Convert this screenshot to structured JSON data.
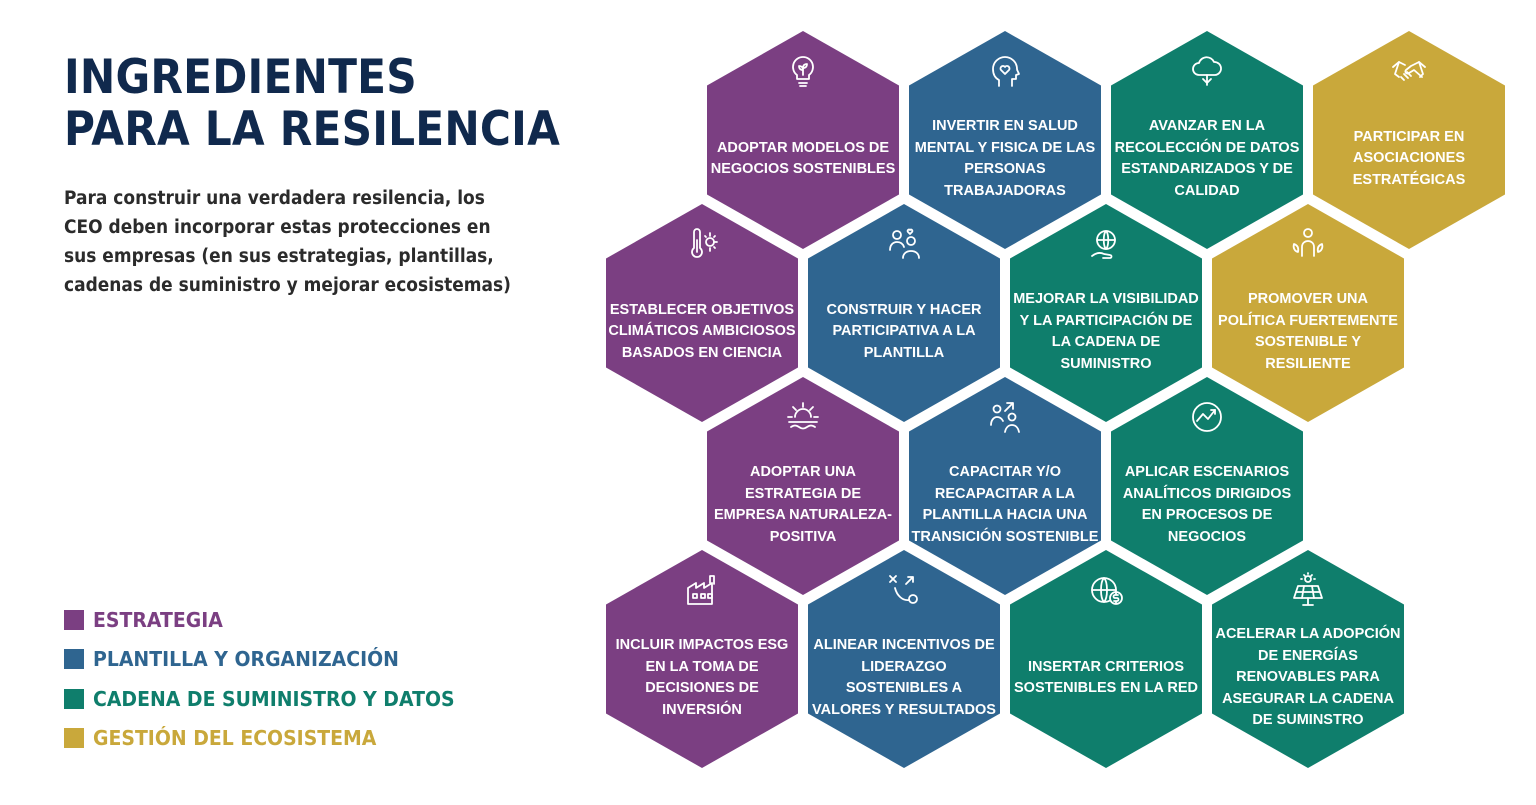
{
  "title_line1": "INGREDIENTES",
  "title_line2": "PARA LA RESILENCIA",
  "intro": "Para construir una verdadera resilencia, los CEO deben incorporar estas protecciones en sus empresas (en sus estrategias, plantillas, cadenas de suministro y mejorar ecosistemas)",
  "colors": {
    "estrategia": "#7b3f82",
    "plantilla": "#2f6590",
    "cadena": "#0f7e6c",
    "ecosistema": "#c9a83b"
  },
  "legend": [
    {
      "label": "ESTRATEGIA",
      "category": "estrategia"
    },
    {
      "label": "PLANTILLA Y ORGANIZACIÓN",
      "category": "plantilla"
    },
    {
      "label": "CADENA DE SUMINISTRO Y DATOS",
      "category": "cadena"
    },
    {
      "label": "GESTIÓN DEL ECOSISTEMA",
      "category": "ecosistema"
    }
  ],
  "hexes": [
    {
      "label": "ADOPTAR MODELOS DE NEGOCIOS SOSTENIBLES",
      "category": "estrategia",
      "icon": "lightbulb-leaf-icon"
    },
    {
      "label": "INVERTIR EN SALUD MENTAL Y FISICA DE LAS PERSONAS TRABAJADORAS",
      "category": "plantilla",
      "icon": "head-heart-icon"
    },
    {
      "label": "AVANZAR EN LA RECOLECCIÓN DE DATOS ESTANDARIZADOS Y DE CALIDAD",
      "category": "cadena",
      "icon": "cloud-data-icon"
    },
    {
      "label": "PARTICIPAR EN ASOCIACIONES ESTRATÉGICAS",
      "category": "ecosistema",
      "icon": "handshake-icon"
    },
    {
      "label": "ESTABLECER OBJETIVOS CLIMÁTICOS AMBICIOSOS BASADOS EN CIENCIA",
      "category": "estrategia",
      "icon": "thermometer-sun-icon"
    },
    {
      "label": "CONSTRUIR Y HACER PARTICIPATIVA A LA PLANTILLA",
      "category": "plantilla",
      "icon": "people-heart-icon"
    },
    {
      "label": "MEJORAR LA VISIBILIDAD Y LA PARTICIPACIÓN DE LA CADENA DE SUMINISTRO",
      "category": "cadena",
      "icon": "globe-hand-icon"
    },
    {
      "label": "PROMOVER UNA POLÍTICA FUERTEMENTE SOSTENIBLE Y RESILIENTE",
      "category": "ecosistema",
      "icon": "person-leaf-icon"
    },
    {
      "label": "ADOPTAR UNA ESTRATEGIA DE EMPRESA NATURALEZA-POSITIVA",
      "category": "estrategia",
      "icon": "sun-water-icon"
    },
    {
      "label": "CAPACITAR Y/O RECAPACITAR A LA PLANTILLA HACIA UNA TRANSICIÓN SOSTENIBLE",
      "category": "plantilla",
      "icon": "people-growth-icon"
    },
    {
      "label": "APLICAR ESCENARIOS ANALÍTICOS DIRIGIDOS EN PROCESOS DE NEGOCIOS",
      "category": "cadena",
      "icon": "chart-circle-icon"
    },
    {
      "label": "INCLUIR IMPACTOS ESG EN LA TOMA DE DECISIONES DE INVERSIÓN",
      "category": "estrategia",
      "icon": "factory-icon"
    },
    {
      "label": "ALINEAR INCENTIVOS DE LIDERAZGO SOSTENIBLES A VALORES Y RESULTADOS",
      "category": "plantilla",
      "icon": "strategy-icon"
    },
    {
      "label": "INSERTAR CRITERIOS SOSTENIBLES EN LA RED",
      "category": "cadena",
      "icon": "globe-dollar-icon"
    },
    {
      "label": "ACELERAR LA ADOPCIÓN DE ENERGÍAS RENOVABLES PARA ASEGURAR LA CADENA DE SUMINSTRO",
      "category": "cadena",
      "icon": "solar-panel-icon"
    }
  ]
}
